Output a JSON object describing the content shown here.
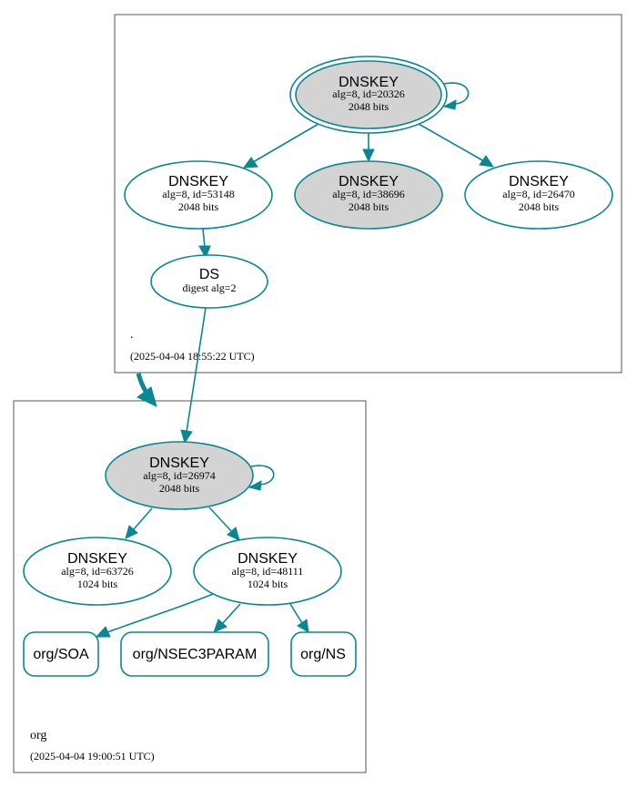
{
  "colors": {
    "edge": "#0a8793",
    "node_stroke": "#0a8793",
    "filled_node": "#d3d3d3",
    "plain_node": "#ffffff",
    "zone_border": "#555555"
  },
  "zones": {
    "root": {
      "label": ".",
      "timestamp": "(2025-04-04 18:55:22 UTC)"
    },
    "org": {
      "label": "org",
      "timestamp": "(2025-04-04 19:00:51 UTC)"
    }
  },
  "nodes": {
    "root_ksk": {
      "title": "DNSKEY",
      "line1": "alg=8, id=20326",
      "line2": "2048 bits"
    },
    "root_zsk_53148": {
      "title": "DNSKEY",
      "line1": "alg=8, id=53148",
      "line2": "2048 bits"
    },
    "root_key_38696": {
      "title": "DNSKEY",
      "line1": "alg=8, id=38696",
      "line2": "2048 bits"
    },
    "root_zsk_26470": {
      "title": "DNSKEY",
      "line1": "alg=8, id=26470",
      "line2": "2048 bits"
    },
    "org_ds": {
      "title": "DS",
      "line1": "digest alg=2"
    },
    "org_ksk": {
      "title": "DNSKEY",
      "line1": "alg=8, id=26974",
      "line2": "2048 bits"
    },
    "org_zsk_63726": {
      "title": "DNSKEY",
      "line1": "alg=8, id=63726",
      "line2": "1024 bits"
    },
    "org_zsk_48111": {
      "title": "DNSKEY",
      "line1": "alg=8, id=48111",
      "line2": "1024 bits"
    },
    "org_soa": {
      "title": "org/SOA"
    },
    "org_nsec3param": {
      "title": "org/NSEC3PARAM"
    },
    "org_ns": {
      "title": "org/NS"
    }
  }
}
